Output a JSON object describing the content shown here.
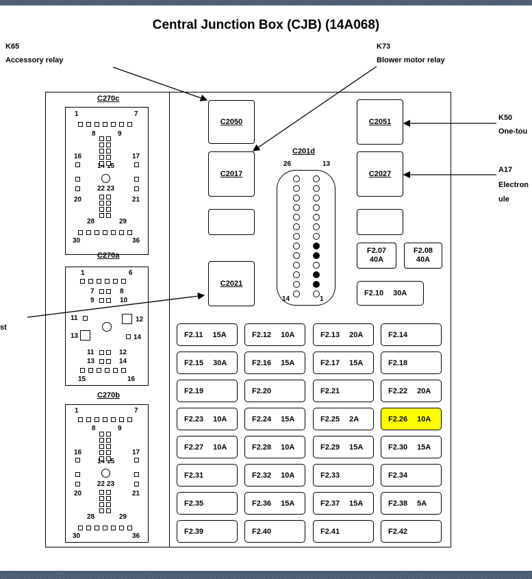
{
  "title": "Central Junction Box (CJB) (14A068)",
  "callouts": {
    "k65": {
      "code": "K65",
      "name": "Accessory relay"
    },
    "k73": {
      "code": "K73",
      "name": "Blower motor relay"
    },
    "k50": {
      "code": "K50",
      "name": "One-tou"
    },
    "a17": {
      "code": "A17",
      "name1": "Electron",
      "name2": "ule"
    },
    "left": {
      "name": "st"
    }
  },
  "relays": {
    "c2050": "C2050",
    "c2017": "C2017",
    "c2021": "C2021",
    "c2051": "C2051",
    "c2027": "C2027"
  },
  "c201d": {
    "title": "C201d",
    "left_top": "26",
    "right_top": "13",
    "left_bottom": "14",
    "right_bottom": "1"
  },
  "small_fuses": {
    "f207": {
      "name": "F2.07",
      "amp": "40A"
    },
    "f208": {
      "name": "F2.08",
      "amp": "40A"
    },
    "f210": {
      "name": "F2.10",
      "amp": "30A"
    }
  },
  "fuses": [
    {
      "name": "F2.11",
      "amp": "15A"
    },
    {
      "name": "F2.12",
      "amp": "10A"
    },
    {
      "name": "F2.13",
      "amp": "20A"
    },
    {
      "name": "F2.14",
      "amp": ""
    },
    {
      "name": "F2.15",
      "amp": "30A"
    },
    {
      "name": "F2.16",
      "amp": "15A"
    },
    {
      "name": "F2.17",
      "amp": "15A"
    },
    {
      "name": "F2.18",
      "amp": ""
    },
    {
      "name": "F2.19",
      "amp": ""
    },
    {
      "name": "F2.20",
      "amp": ""
    },
    {
      "name": "F2.21",
      "amp": ""
    },
    {
      "name": "F2.22",
      "amp": "20A"
    },
    {
      "name": "F2.23",
      "amp": "10A"
    },
    {
      "name": "F2.24",
      "amp": "15A"
    },
    {
      "name": "F2.25",
      "amp": "2A"
    },
    {
      "name": "F2.26",
      "amp": "10A"
    },
    {
      "name": "F2.27",
      "amp": "10A"
    },
    {
      "name": "F2.28",
      "amp": "10A"
    },
    {
      "name": "F2.29",
      "amp": "15A"
    },
    {
      "name": "F2.30",
      "amp": "15A"
    },
    {
      "name": "F2.31",
      "amp": ""
    },
    {
      "name": "F2.32",
      "amp": "10A"
    },
    {
      "name": "F2.33",
      "amp": ""
    },
    {
      "name": "F2.34",
      "amp": ""
    },
    {
      "name": "F2.35",
      "amp": ""
    },
    {
      "name": "F2.36",
      "amp": "15A"
    },
    {
      "name": "F2.37",
      "amp": "15A"
    },
    {
      "name": "F2.38",
      "amp": "5A"
    },
    {
      "name": "F2.39",
      "amp": ""
    },
    {
      "name": "F2.40",
      "amp": ""
    },
    {
      "name": "F2.41",
      "amp": ""
    },
    {
      "name": "F2.42",
      "amp": ""
    }
  ],
  "highlight_color": "#ffff00",
  "connectors": {
    "c270c": {
      "title": "C270c",
      "p1": "1",
      "p7": "7",
      "p8": "8",
      "p9": "9",
      "p16": "16",
      "p17": "17",
      "p1415": "14 15",
      "p2223": "22 23",
      "p20": "20",
      "p21": "21",
      "p28": "28",
      "p29": "29",
      "p30": "30",
      "p36": "36"
    },
    "c270a": {
      "title": "C270a",
      "p1": "1",
      "p6": "6",
      "p7": "7",
      "p8": "8",
      "p9": "9",
      "p10": "10",
      "p11": "11",
      "p12": "12",
      "p13": "13",
      "p14": "14",
      "p11b": "11",
      "p12b": "12",
      "p13b": "13",
      "p14b": "14",
      "p15": "15",
      "p16": "16"
    },
    "c270b": {
      "title": "C270b",
      "p1": "1",
      "p7": "7",
      "p8": "8",
      "p9": "9",
      "p16": "16",
      "p17": "17",
      "p1415": "14 15",
      "p2223": "22 23",
      "p20": "20",
      "p21": "21",
      "p28": "28",
      "p29": "29",
      "p30": "30",
      "p36": "36"
    }
  }
}
